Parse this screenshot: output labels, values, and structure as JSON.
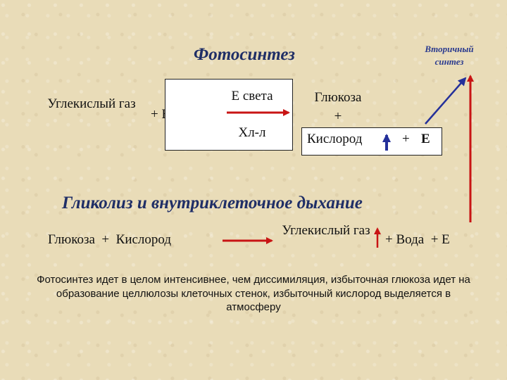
{
  "photosynthesis": {
    "title": "Фотосинтез",
    "secondary_synthesis": "Вторичный синтез",
    "co2_label": "Углекислый газ",
    "plus_water": "+ Вода",
    "light_energy": "Е света",
    "chlorophyll": "Хл-л",
    "glucose": "Глюкоза",
    "plus": "+",
    "oxygen": "Кислород",
    "plus_energy": "+",
    "energy": "Е"
  },
  "respiration": {
    "title": "Гликолиз и внутриклеточное дыхание",
    "left": "Глюкоза  +  Кислород",
    "co2_label": "Углекислый газ",
    "right": "+ Вода  + Е"
  },
  "note": "Фотосинтез идет в целом интенсивнее, чем диссимиляция, избыточная глюкоза идет на образование целлюлозы клеточных стенок, избыточный кислород выделяется в атмосферу",
  "colors": {
    "background": "#e9dcb8",
    "title": "#1f2e66",
    "arrow_red": "#c81414",
    "arrow_blue": "#24309a"
  }
}
